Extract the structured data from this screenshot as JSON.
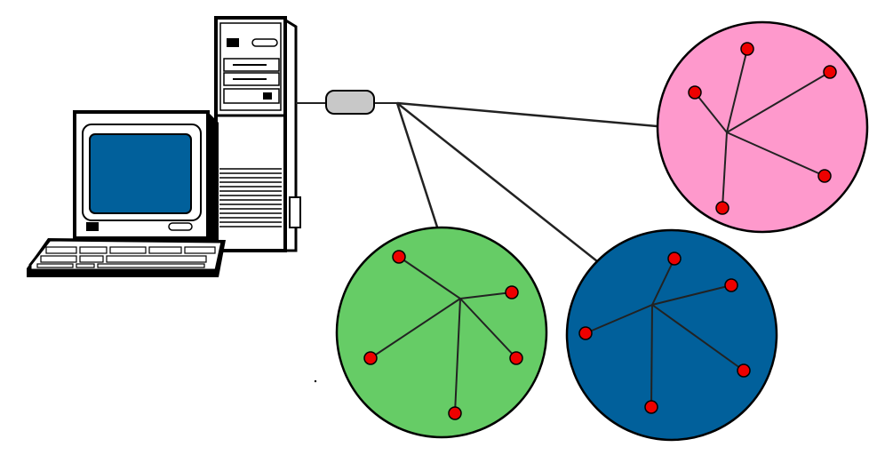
{
  "diagram": {
    "colors": {
      "background": "#ffffff",
      "outline": "#000000",
      "link": "#222222",
      "screen": "#01609b",
      "hub": "#c8c8c8",
      "node": "#ee0000"
    },
    "icons": {
      "workstation": "desktop-computer-icon",
      "hub": "network-hub-icon"
    },
    "clusters": [
      {
        "name": "pink",
        "fill": "#fe99cc",
        "node_count": 5
      },
      {
        "name": "green",
        "fill": "#66cc66",
        "node_count": 5
      },
      {
        "name": "blue",
        "fill": "#01609b",
        "node_count": 5
      }
    ]
  }
}
